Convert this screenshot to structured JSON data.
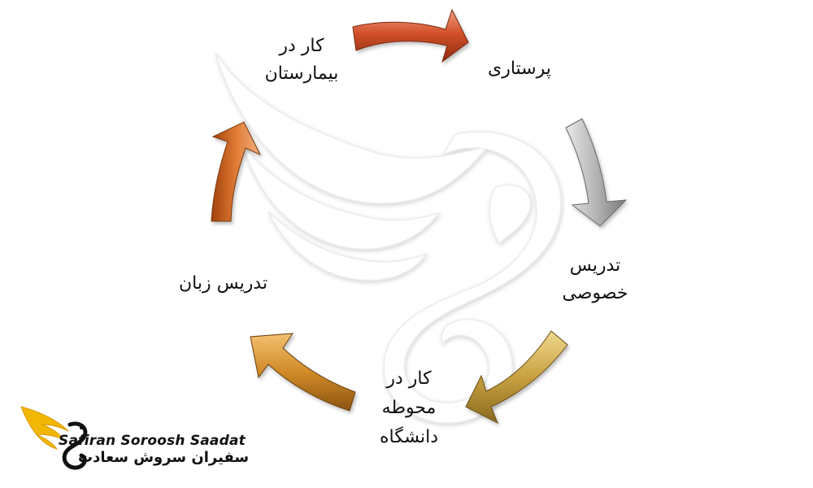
{
  "diagram": {
    "steps": [
      {
        "id": "hospital",
        "lines": [
          "کار در",
          "بیمارستان"
        ]
      },
      {
        "id": "nursing",
        "lines": [
          "پرستاری"
        ]
      },
      {
        "id": "private-tutoring",
        "lines": [
          "تدریس",
          "خصوصی"
        ]
      },
      {
        "id": "campus-work",
        "lines": [
          "کار در",
          "محوطه",
          "دانشگاه"
        ]
      },
      {
        "id": "language-teaching",
        "lines": [
          "تدریس زبان"
        ]
      }
    ],
    "arrow_colors": {
      "top": "#c8401e",
      "right": "#a8a8a8",
      "bottom_right": "#b8902e",
      "bottom_left": "#c8781e",
      "left": "#d2641e"
    }
  },
  "logo": {
    "name_en": "Safiran Soroosh Saadat",
    "name_fa": "سفیران سروش سعادت",
    "colors": {
      "wing": "#f2b705",
      "text": "#111111"
    }
  }
}
